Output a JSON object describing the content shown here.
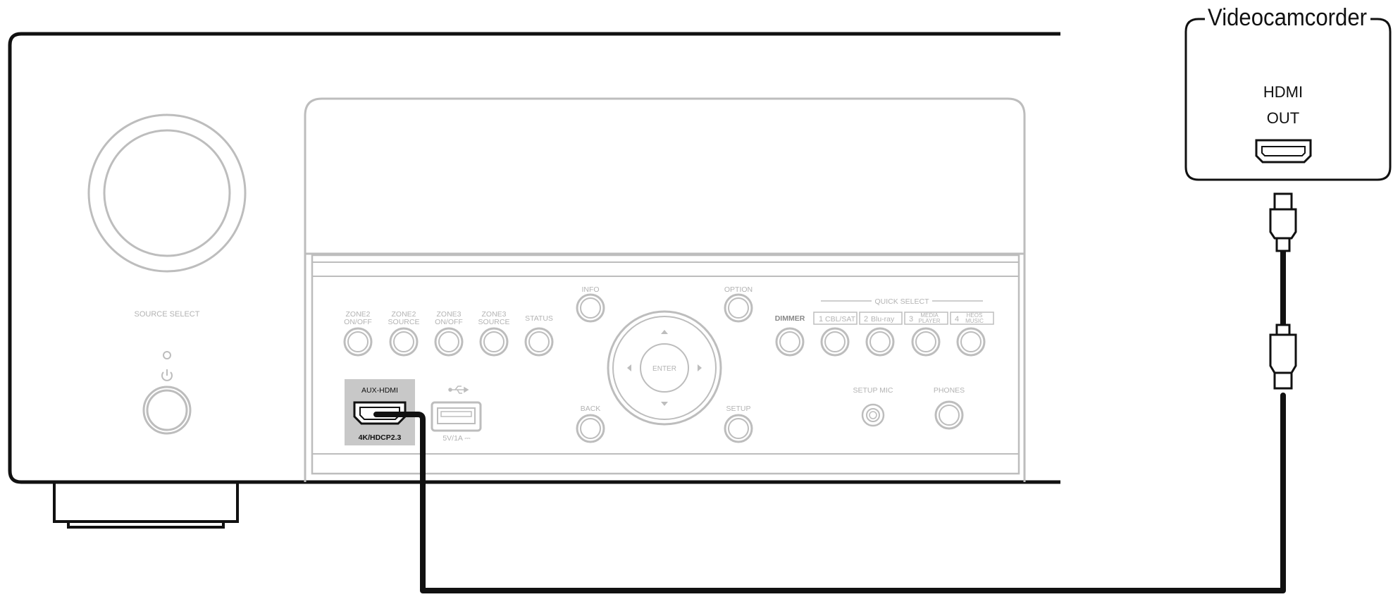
{
  "device": {
    "name": "Videocamcorder",
    "port_label_line1": "HDMI",
    "port_label_line2": "OUT"
  },
  "receiver": {
    "source_select": "SOURCE SELECT",
    "zone_buttons": [
      {
        "line1": "ZONE2",
        "line2": "ON/OFF"
      },
      {
        "line1": "ZONE2",
        "line2": "SOURCE"
      },
      {
        "line1": "ZONE3",
        "line2": "ON/OFF"
      },
      {
        "line1": "ZONE3",
        "line2": "SOURCE"
      },
      {
        "line1": "STATUS",
        "line2": ""
      }
    ],
    "info": "INFO",
    "option": "OPTION",
    "back": "BACK",
    "setup": "SETUP",
    "enter": "ENTER",
    "quick_select_title": "QUICK SELECT",
    "dimmer": "DIMMER",
    "quick_select": [
      {
        "num": "1",
        "line1": "CBL/SAT",
        "line2": ""
      },
      {
        "num": "2",
        "line1": "Blu-ray",
        "line2": ""
      },
      {
        "num": "3",
        "line1": "MEDIA",
        "line2": "PLAYER"
      },
      {
        "num": "4",
        "line1": "HEOS",
        "line2": "MUSIC"
      }
    ],
    "setup_mic": "SETUP MIC",
    "phones": "PHONES",
    "aux_hdmi": "AUX-HDMI",
    "aux_hdmi_spec": "4K/HDCP2.3",
    "usb_spec": "5V/1A ⎓"
  },
  "colors": {
    "outline_dark": "#111111",
    "outline_light": "#b8b8b8",
    "aux_highlight": "#c8c8c8"
  }
}
